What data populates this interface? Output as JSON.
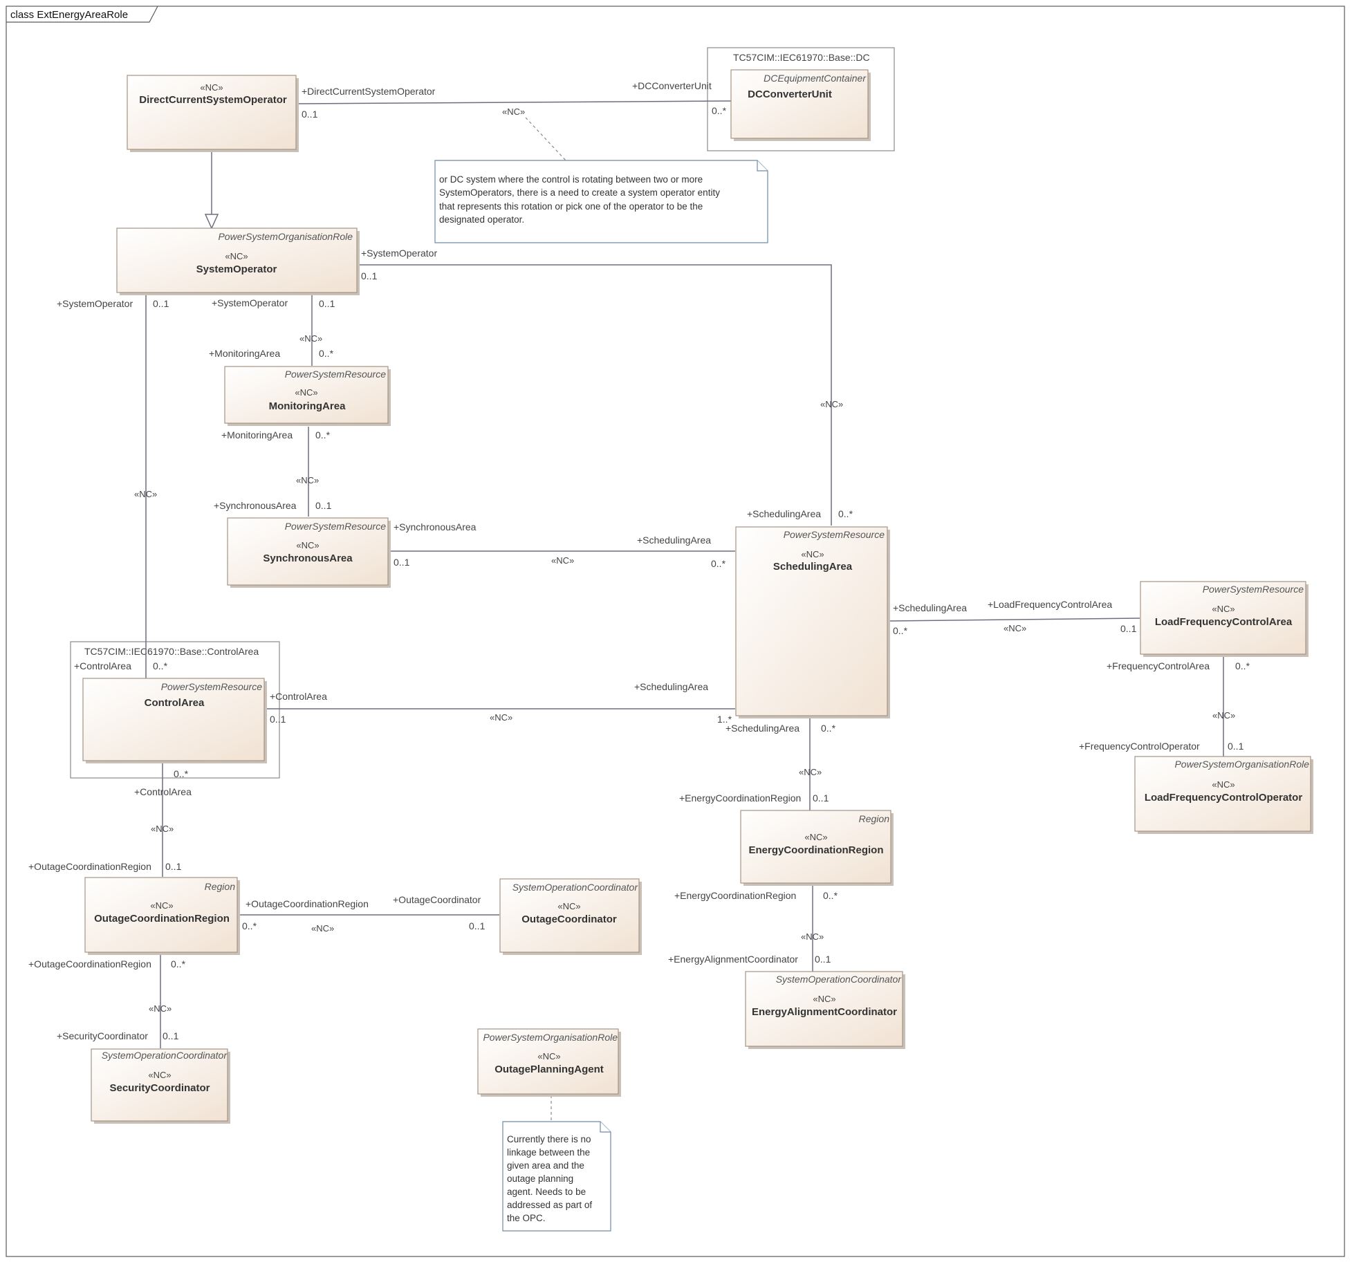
{
  "title": "class ExtEnergyAreaRole",
  "packages": [
    {
      "key": "dc",
      "name": "TC57CIM::IEC61970::Base::DC"
    },
    {
      "key": "control",
      "name": "TC57CIM::IEC61970::Base::ControlArea"
    }
  ],
  "classes": [
    {
      "key": "dcso",
      "parent": "",
      "stereotype": "«NC»",
      "name": "DirectCurrentSystemOperator"
    },
    {
      "key": "dcconv",
      "parent": "DCEquipmentContainer",
      "stereotype": "",
      "name": "DCConverterUnit"
    },
    {
      "key": "sysop",
      "parent": "PowerSystemOrganisationRole",
      "stereotype": "«NC»",
      "name": "SystemOperator"
    },
    {
      "key": "monitor",
      "parent": "PowerSystemResource",
      "stereotype": "«NC»",
      "name": "MonitoringArea"
    },
    {
      "key": "sync",
      "parent": "PowerSystemResource",
      "stereotype": "«NC»",
      "name": "SynchronousArea"
    },
    {
      "key": "sched",
      "parent": "PowerSystemResource",
      "stereotype": "«NC»",
      "name": "SchedulingArea"
    },
    {
      "key": "lfca",
      "parent": "PowerSystemResource",
      "stereotype": "«NC»",
      "name": "LoadFrequencyControlArea"
    },
    {
      "key": "lfco",
      "parent": "PowerSystemOrganisationRole",
      "stereotype": "«NC»",
      "name": "LoadFrequencyControlOperator"
    },
    {
      "key": "control",
      "parent": "PowerSystemResource",
      "stereotype": "",
      "name": "ControlArea"
    },
    {
      "key": "ecr",
      "parent": "Region",
      "stereotype": "«NC»",
      "name": "EnergyCoordinationRegion"
    },
    {
      "key": "eac",
      "parent": "SystemOperationCoordinator",
      "stereotype": "«NC»",
      "name": "EnergyAlignmentCoordinator"
    },
    {
      "key": "ocr",
      "parent": "Region",
      "stereotype": "«NC»",
      "name": "OutageCoordinationRegion"
    },
    {
      "key": "oc",
      "parent": "SystemOperationCoordinator",
      "stereotype": "«NC»",
      "name": "OutageCoordinator"
    },
    {
      "key": "sc",
      "parent": "SystemOperationCoordinator",
      "stereotype": "«NC»",
      "name": "SecurityCoordinator"
    },
    {
      "key": "opa",
      "parent": "PowerSystemOrganisationRole",
      "stereotype": "«NC»",
      "name": "OutagePlanningAgent"
    }
  ],
  "associations": [
    {
      "key": "a1",
      "stereotype": "«NC»",
      "labels": [
        "+DirectCurrentSystemOperator",
        "0..1",
        "+DCConverterUnit",
        "0..*"
      ]
    },
    {
      "key": "a2",
      "stereotype": "«NC»",
      "labels": [
        "+SystemOperator",
        "0..1",
        "+SchedulingArea",
        "0..*"
      ]
    },
    {
      "key": "a3",
      "stereotype": "«NC»",
      "labels": [
        "+SystemOperator",
        "0..1",
        "+MonitoringArea",
        "0..*"
      ]
    },
    {
      "key": "a4",
      "stereotype": "«NC»",
      "labels": [
        "+MonitoringArea",
        "0..*",
        "+SynchronousArea",
        "0..1"
      ]
    },
    {
      "key": "a5",
      "stereotype": "«NC»",
      "labels": [
        "+SynchronousArea",
        "0..1",
        "+SchedulingArea",
        "0..*"
      ]
    },
    {
      "key": "a6",
      "stereotype": "«NC»",
      "labels": [
        "+SystemOperator",
        "0..1",
        "+ControlArea",
        "0..*"
      ]
    },
    {
      "key": "a7",
      "stereotype": "«NC»",
      "labels": [
        "+ControlArea",
        "0..1",
        "+SchedulingArea",
        "1..*"
      ]
    },
    {
      "key": "a8",
      "stereotype": "«NC»",
      "labels": [
        "+SchedulingArea",
        "0..*",
        "+LoadFrequencyControlArea",
        "0..1"
      ]
    },
    {
      "key": "a9",
      "stereotype": "«NC»",
      "labels": [
        "+FrequencyControlArea",
        "0..*",
        "+FrequencyControlOperator",
        "0..1"
      ]
    },
    {
      "key": "a10",
      "stereotype": "«NC»",
      "labels": [
        "+SchedulingArea",
        "0..*",
        "+EnergyCoordinationRegion",
        "0..1"
      ]
    },
    {
      "key": "a11",
      "stereotype": "«NC»",
      "labels": [
        "+EnergyCoordinationRegion",
        "0..*",
        "+EnergyAlignmentCoordinator",
        "0..1"
      ]
    },
    {
      "key": "a12",
      "stereotype": "«NC»",
      "labels": [
        "0..*",
        "+ControlArea",
        "+OutageCoordinationRegion",
        "0..1"
      ]
    },
    {
      "key": "a13",
      "stereotype": "«NC»",
      "labels": [
        "+OutageCoordinationRegion",
        "0..*",
        "+OutageCoordinator",
        "0..1"
      ]
    },
    {
      "key": "a14",
      "stereotype": "«NC»",
      "labels": [
        "+OutageCoordinationRegion",
        "0..*",
        "+SecurityCoordinator",
        "0..1"
      ]
    }
  ],
  "notes": [
    {
      "key": "n1",
      "lines": [
        "or DC system where the control is rotating between two or more",
        "SystemOperators, there is a need to create a system operator entity",
        "that represents this rotation or pick one of the operator to be the",
        "designated operator."
      ]
    },
    {
      "key": "n2",
      "lines": [
        "Currently there is no",
        "linkage between the",
        "given area and the",
        "outage planning",
        "agent. Needs to be",
        "addressed as part of",
        "the OPC."
      ]
    }
  ]
}
